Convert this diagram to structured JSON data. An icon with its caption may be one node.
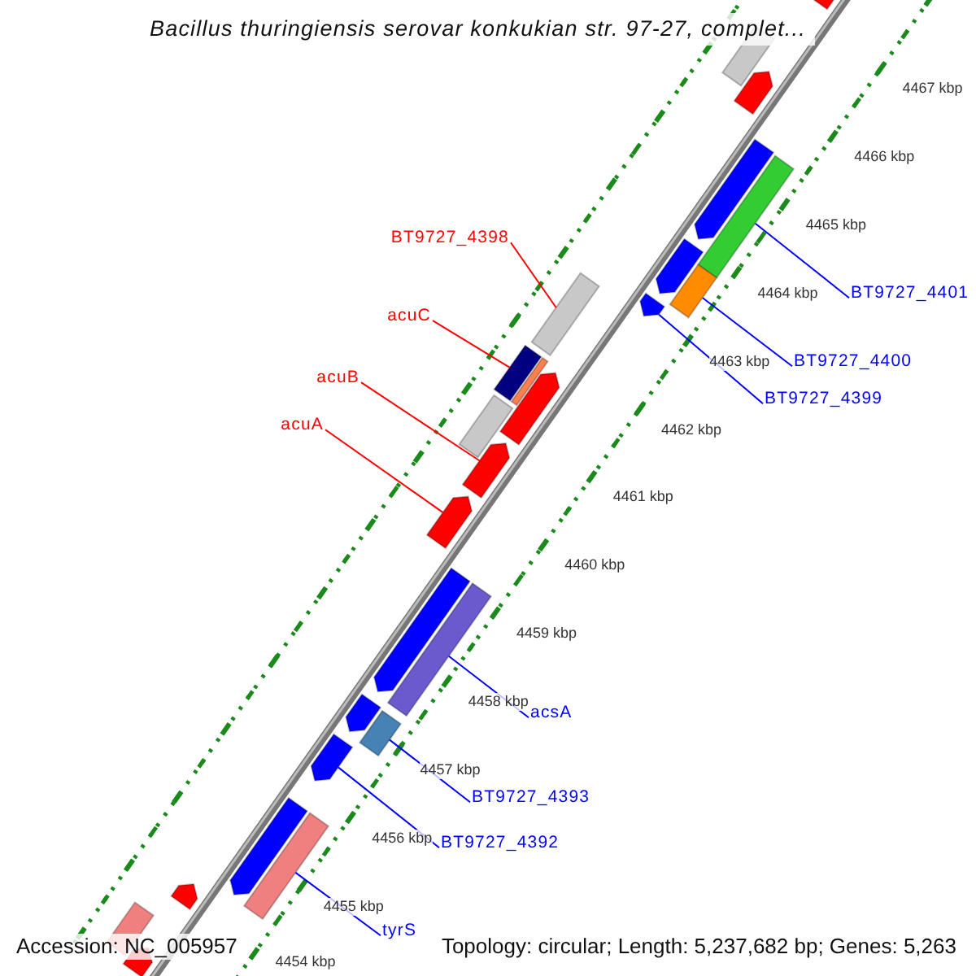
{
  "diagram": {
    "title": "Bacillus thuringiensis serovar konkukian str. 97-27, complet...",
    "nodes": [
      {
        "text": [
          "BT9727_4398"
        ]
      },
      {
        "text": [
          "BT9727_4401"
        ]
      },
      {
        "text": [
          "acuC"
        ]
      },
      {
        "text": [
          "BT9727_4400"
        ]
      },
      {
        "text": [
          "acuB"
        ]
      },
      {
        "text": [
          "BT9727_4399"
        ]
      },
      {
        "text": [
          "acuA"
        ]
      },
      {
        "text": [
          "acsA"
        ]
      },
      {
        "text": [
          "BT9727_4393"
        ]
      },
      {
        "text": [
          "BT9727_4392"
        ]
      },
      {
        "text": [
          "tyrS"
        ]
      },
      {
        "text": [],
        "shape": "bar"
      },
      {
        "text": [],
        "shape": "bar"
      },
      {
        "text": [],
        "shape": "bar"
      },
      {
        "text": [],
        "shape": "bar"
      },
      {
        "text": [],
        "shape": "arrow"
      },
      {
        "text": [],
        "shape": "arrow"
      },
      {
        "text": [],
        "shape": "arrow"
      },
      {
        "text": [],
        "shape": "bar"
      },
      {
        "text": [],
        "shape": "bar"
      },
      {
        "text": [],
        "shape": "arrow"
      },
      {
        "text": [],
        "shape": "bar"
      },
      {
        "text": [],
        "shape": "bar"
      },
      {
        "text": [],
        "shape": "arrow"
      },
      {
        "text": [],
        "shape": "bar"
      },
      {
        "text": [],
        "shape": "arrow"
      },
      {
        "text": [],
        "shape": "arrow"
      },
      {
        "text": [],
        "shape": "arrow"
      },
      {
        "text": [],
        "shape": "arrow"
      },
      {
        "text": [],
        "shape": "arrow"
      },
      {
        "text": [],
        "shape": "arrow"
      },
      {
        "text": [],
        "shape": "bar"
      },
      {
        "text": [],
        "shape": "arrow"
      },
      {
        "text": [],
        "shape": "bar"
      },
      {
        "text": [],
        "shape": "arrow"
      },
      {
        "text": [],
        "shape": "arrow"
      }
    ],
    "edges": [
      {
        "from": 0,
        "to": 11,
        "arrow": "none",
        "color": "#ff0000"
      },
      {
        "from": 1,
        "to": 12,
        "arrow": "none"
      },
      {
        "from": 2,
        "to": 13,
        "arrow": "none",
        "color": "#ff0000"
      },
      {
        "from": 3,
        "to": 14,
        "arrow": "none"
      },
      {
        "from": 4,
        "to": 15,
        "arrow": "none",
        "color": "#ff0000"
      },
      {
        "from": 5,
        "to": 16,
        "arrow": "none"
      },
      {
        "from": 6,
        "to": 17,
        "arrow": "none",
        "color": "#ff0000"
      },
      {
        "from": 7,
        "to": 18,
        "arrow": "none"
      },
      {
        "from": 8,
        "to": 19,
        "arrow": "none"
      },
      {
        "from": 9,
        "to": 20,
        "arrow": "none"
      },
      {
        "from": 10,
        "to": 21,
        "arrow": "none"
      }
    ],
    "labels": [
      "4467 kbp",
      "4466 kbp",
      "4465 kbp",
      "4464 kbp",
      "4463 kbp",
      "4462 kbp",
      "4461 kbp",
      "4460 kbp",
      "4459 kbp",
      "4458 kbp",
      "4457 kbp",
      "4456 kbp",
      "4455 kbp",
      "4454 kbp",
      "Accession: NC_005957",
      "Topology: circular; Length: 5,237,682 bp; Genes: 5,263"
    ]
  }
}
